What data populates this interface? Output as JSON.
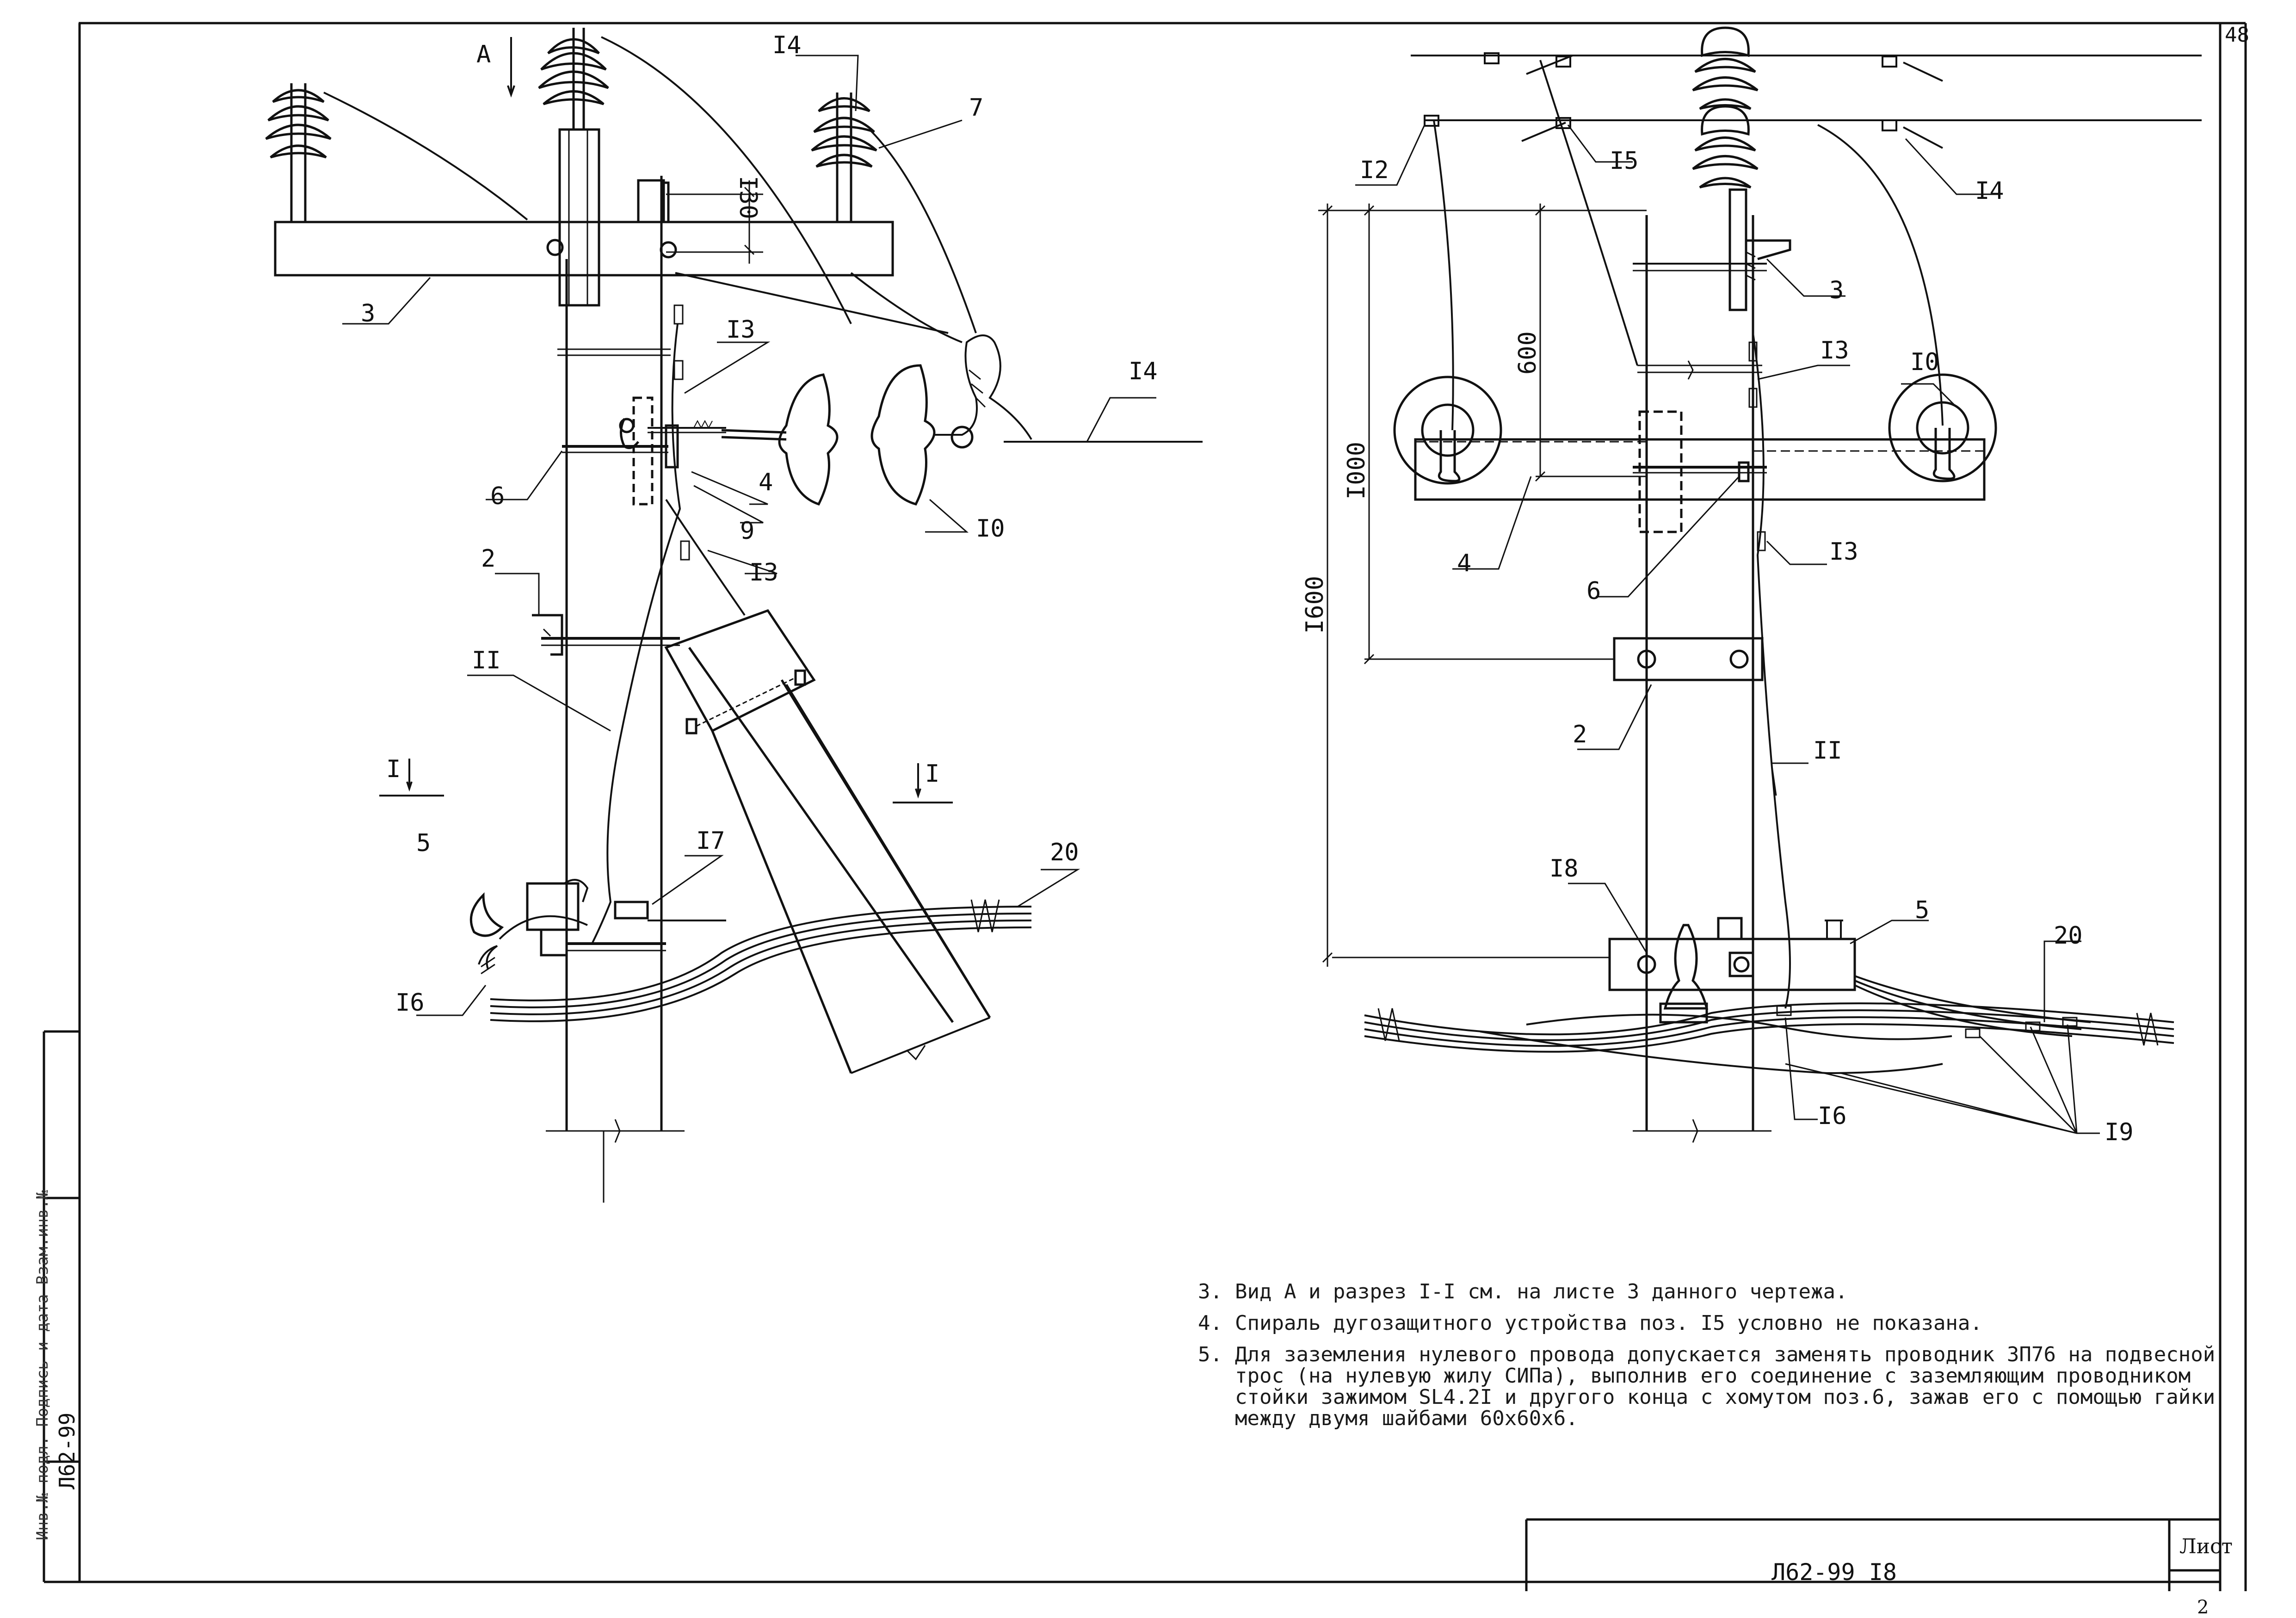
{
  "sheet": {
    "page_number": "48",
    "side_code": "Л62-99",
    "side_stamp": "Инв.№ подл. Подпись и дата Взам.инв.№",
    "title_code": "Л62-99 I8",
    "list_label": "Лист",
    "list_number": "2"
  },
  "left_view": {
    "labels": {
      "view_a": "А",
      "dim_130": "I30",
      "pos_3": "3",
      "pos_14": "I4",
      "pos_7": "7",
      "pos_13a": "I3",
      "pos_14b": "I4",
      "pos_6": "6",
      "pos_4": "4",
      "pos_9": "9",
      "pos_10": "I0",
      "pos_13b": "I3",
      "pos_2": "2",
      "pos_11": "II",
      "section_left": "I",
      "section_right": "I",
      "pos_5": "5",
      "pos_17": "I7",
      "pos_20": "20",
      "pos_16": "I6"
    }
  },
  "right_view": {
    "labels": {
      "pos_12": "I2",
      "pos_15": "I5",
      "pos_14": "I4",
      "pos_3": "3",
      "pos_13a": "I3",
      "pos_10": "I0",
      "dim_600": "600",
      "dim_1000": "I000",
      "dim_1600": "I600",
      "pos_4": "4",
      "pos_6": "6",
      "pos_13b": "I3",
      "pos_2": "2",
      "pos_11": "II",
      "pos_18": "I8",
      "pos_5": "5",
      "pos_20": "20",
      "pos_16": "I6",
      "pos_19": "I9"
    }
  },
  "notes": [
    {
      "num": "3.",
      "text": "Вид А и разрез I-I см. на листе 3 данного чертежа."
    },
    {
      "num": "4.",
      "text": "Спираль дугозащитного устройства поз. I5 условно не показана."
    },
    {
      "num": "5.",
      "text": "Для заземления нулевого провода допускается заменять проводник ЗП76 на подвесной трос (на нулевую жилу СИПа), выполнив его соединение с заземляющим проводником стойки зажимом SL4.2I и другого конца с хомутом поз.6, зажав его с помощью гайки между двумя шайбами 60х60х6."
    }
  ]
}
